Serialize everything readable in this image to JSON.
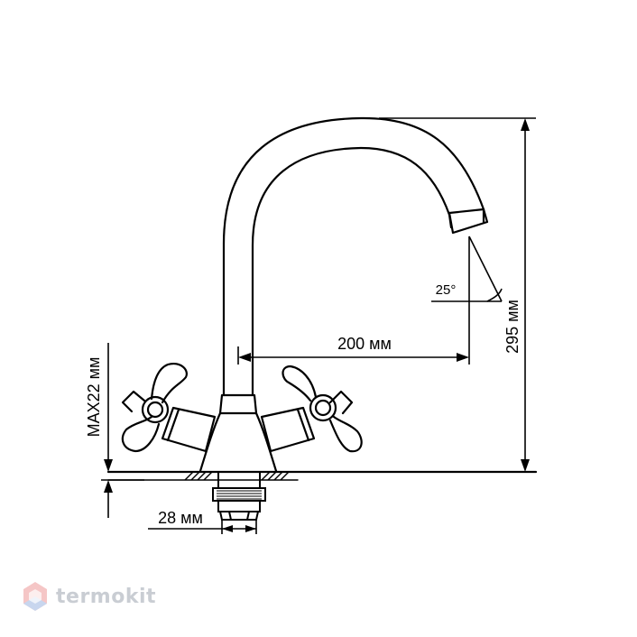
{
  "dimensions": {
    "reach": "200 мм",
    "height": "295 мм",
    "angle": "25°",
    "max_mount": "MAX22 мм",
    "connector": "28 мм"
  },
  "watermark": {
    "text": "termokit"
  },
  "colors": {
    "line": "#000000",
    "background": "#ffffff",
    "watermark_red": "#f5c6c6",
    "watermark_blue": "#c8d6ee",
    "watermark_text": "#c9cdd3"
  }
}
